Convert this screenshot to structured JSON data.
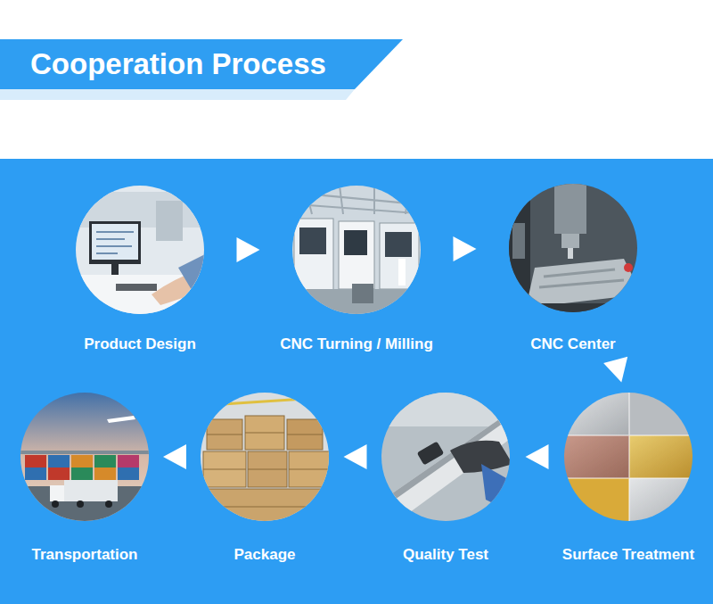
{
  "diagram": {
    "title": "Cooperation Process",
    "nodes": [
      {
        "text": [
          "Product Design"
        ]
      },
      {
        "text": [
          "CNC Turning / Milling"
        ]
      },
      {
        "text": [
          "CNC Center"
        ]
      },
      {
        "text": [
          "Surface Treatment"
        ]
      },
      {
        "text": [
          "Quality Test"
        ]
      },
      {
        "text": [
          "Package"
        ]
      },
      {
        "text": [
          "Transportation"
        ]
      }
    ],
    "edges": [
      {
        "from": 0,
        "to": 1,
        "arrow": "to"
      },
      {
        "from": 1,
        "to": 2,
        "arrow": "to"
      },
      {
        "from": 2,
        "to": 3,
        "arrow": "to"
      },
      {
        "from": 3,
        "to": 4,
        "arrow": "to"
      },
      {
        "from": 4,
        "to": 5,
        "arrow": "to"
      },
      {
        "from": 5,
        "to": 6,
        "arrow": "to"
      }
    ]
  }
}
